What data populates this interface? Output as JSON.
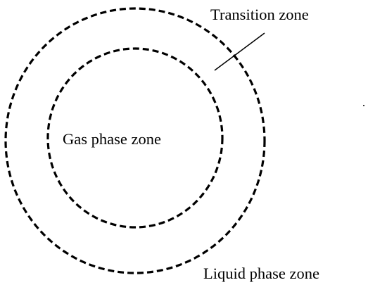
{
  "labels": {
    "inner": "Gas phase zone",
    "middle": "Transition zone",
    "outer": "Liquid phase zone"
  },
  "colors": {
    "stroke": "#000000",
    "background": "#ffffff"
  }
}
